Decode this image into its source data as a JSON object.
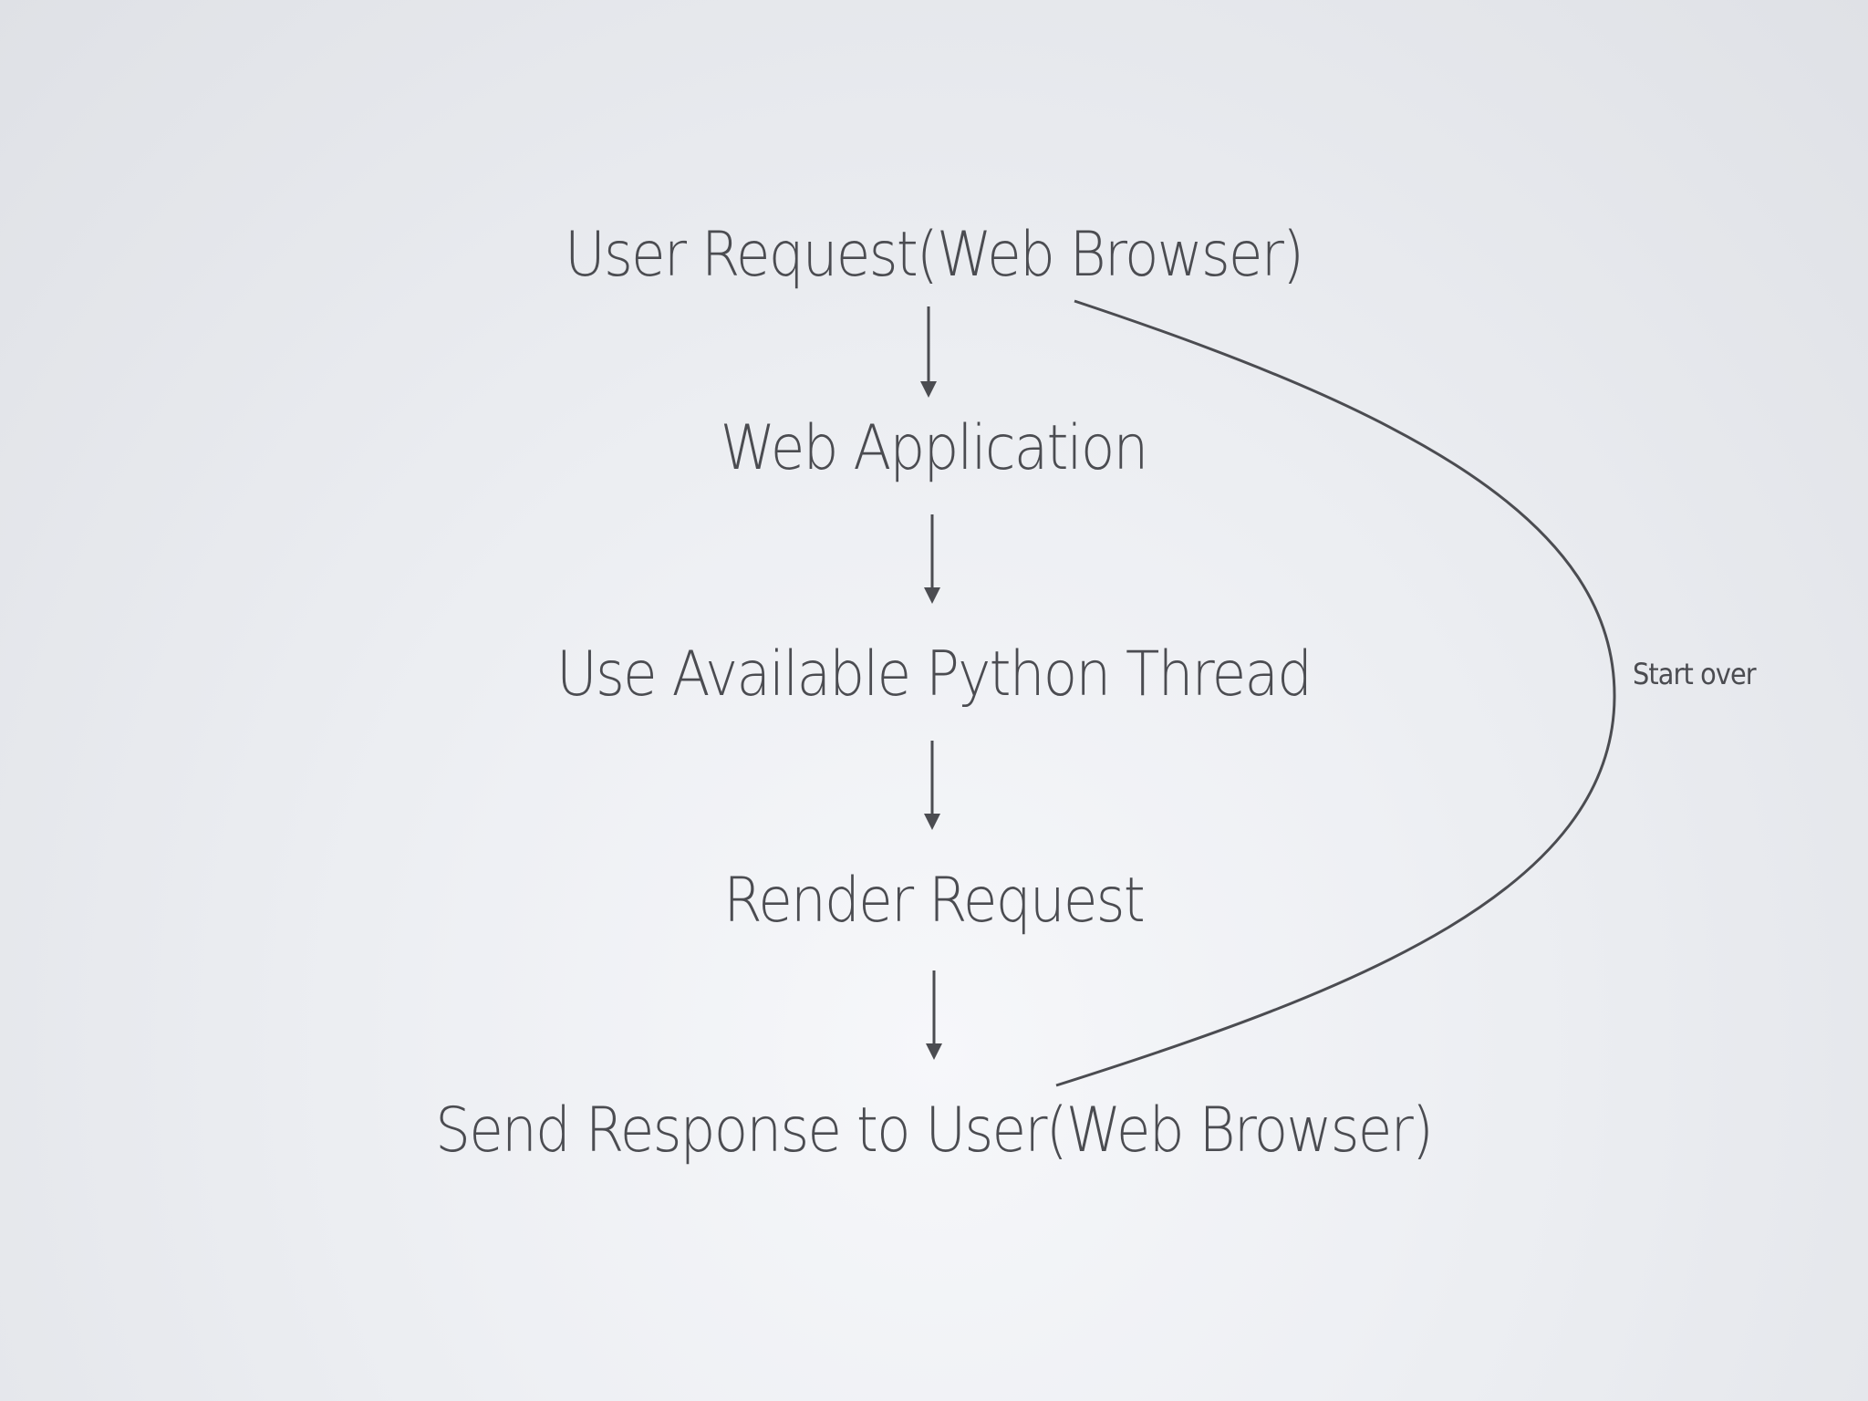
{
  "diagram": {
    "steps": [
      {
        "label": "User Request(Web Browser)"
      },
      {
        "label": "Web Application"
      },
      {
        "label": "Use Available Python Thread"
      },
      {
        "label": "Render Request"
      },
      {
        "label": "Send Response to User(Web Browser)"
      }
    ],
    "loop": {
      "label": "Start over",
      "from": "Send Response to User(Web Browser)",
      "to": "User Request(Web Browser)"
    },
    "colors": {
      "text": "#4b4c51",
      "background": "#eceef2"
    }
  }
}
